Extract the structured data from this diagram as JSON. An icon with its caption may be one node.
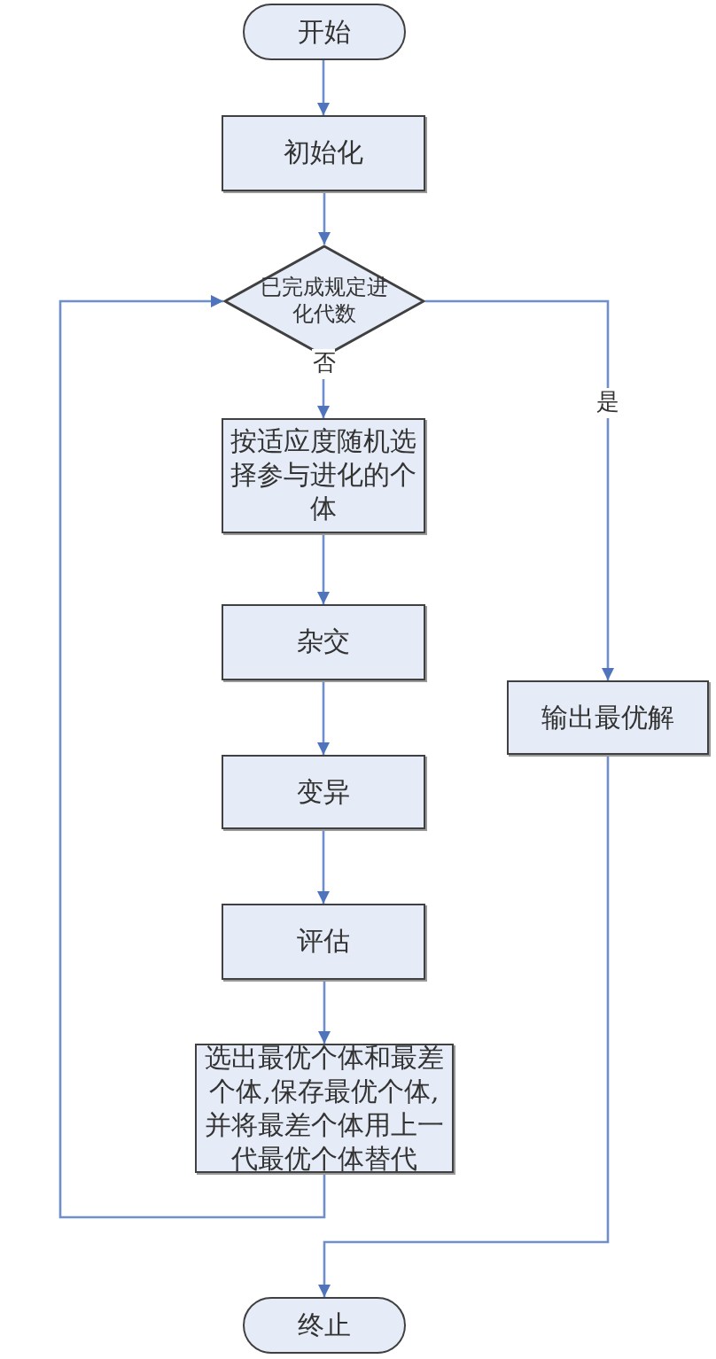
{
  "diagram": {
    "nodes": [
      {
        "text": [
          "开始"
        ]
      },
      {
        "text": [
          "初始化"
        ]
      },
      {
        "text": [
          "已完成规定进化代数"
        ]
      },
      {
        "text": [
          "按适应度随机选择参与进化的个体"
        ]
      },
      {
        "text": [
          "杂交"
        ]
      },
      {
        "text": [
          "变异"
        ]
      },
      {
        "text": [
          "评估"
        ]
      },
      {
        "text": [
          "选出最优个体和最差个体,保存最优个体,并将最差个体用上一代最优个体替代"
        ]
      },
      {
        "text": [
          "输出最优解"
        ]
      },
      {
        "text": [
          "终止"
        ]
      }
    ],
    "edges": [
      {
        "from": 0,
        "to": 1,
        "arrow": "to"
      },
      {
        "from": 1,
        "to": 2,
        "arrow": "to"
      },
      {
        "from": 2,
        "to": 3,
        "arrow": "to",
        "label": "否"
      },
      {
        "from": 3,
        "to": 4,
        "arrow": "to"
      },
      {
        "from": 4,
        "to": 5,
        "arrow": "to"
      },
      {
        "from": 5,
        "to": 6,
        "arrow": "to"
      },
      {
        "from": 6,
        "to": 7,
        "arrow": "to"
      },
      {
        "from": 7,
        "to": 2,
        "arrow": "to"
      },
      {
        "from": 2,
        "to": 8,
        "arrow": "to",
        "label": "是"
      },
      {
        "from": 8,
        "to": 9,
        "arrow": "to"
      }
    ]
  }
}
